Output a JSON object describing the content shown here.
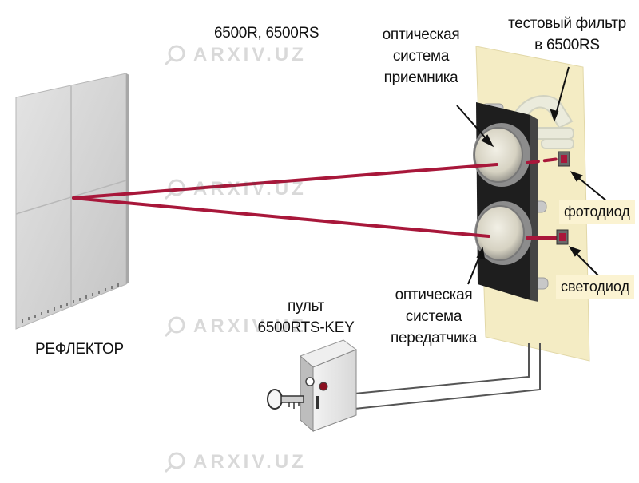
{
  "labels": {
    "model": "6500R, 6500RS",
    "receiver_optics": [
      "оптическая",
      "система",
      "приемника"
    ],
    "test_filter": [
      "тестовый фильтр",
      "в 6500RS"
    ],
    "photodiode": "фотодиод",
    "led": "светодиод",
    "transmitter_optics": [
      "оптическая",
      "система",
      "передатчика"
    ],
    "remote": [
      "пульт",
      "6500RTS-KEY"
    ],
    "reflector": "РЕФЛЕКТОР"
  },
  "watermark": "ARXIV.UZ",
  "colors": {
    "beam": "#a8173a",
    "panel": "#f4ecc4",
    "tag_bg": "#fbf3d2",
    "detector_body": "#1e1e1e",
    "reflector": "#d3d3d3"
  },
  "icons": [
    "key-icon",
    "magnifier-icon"
  ]
}
